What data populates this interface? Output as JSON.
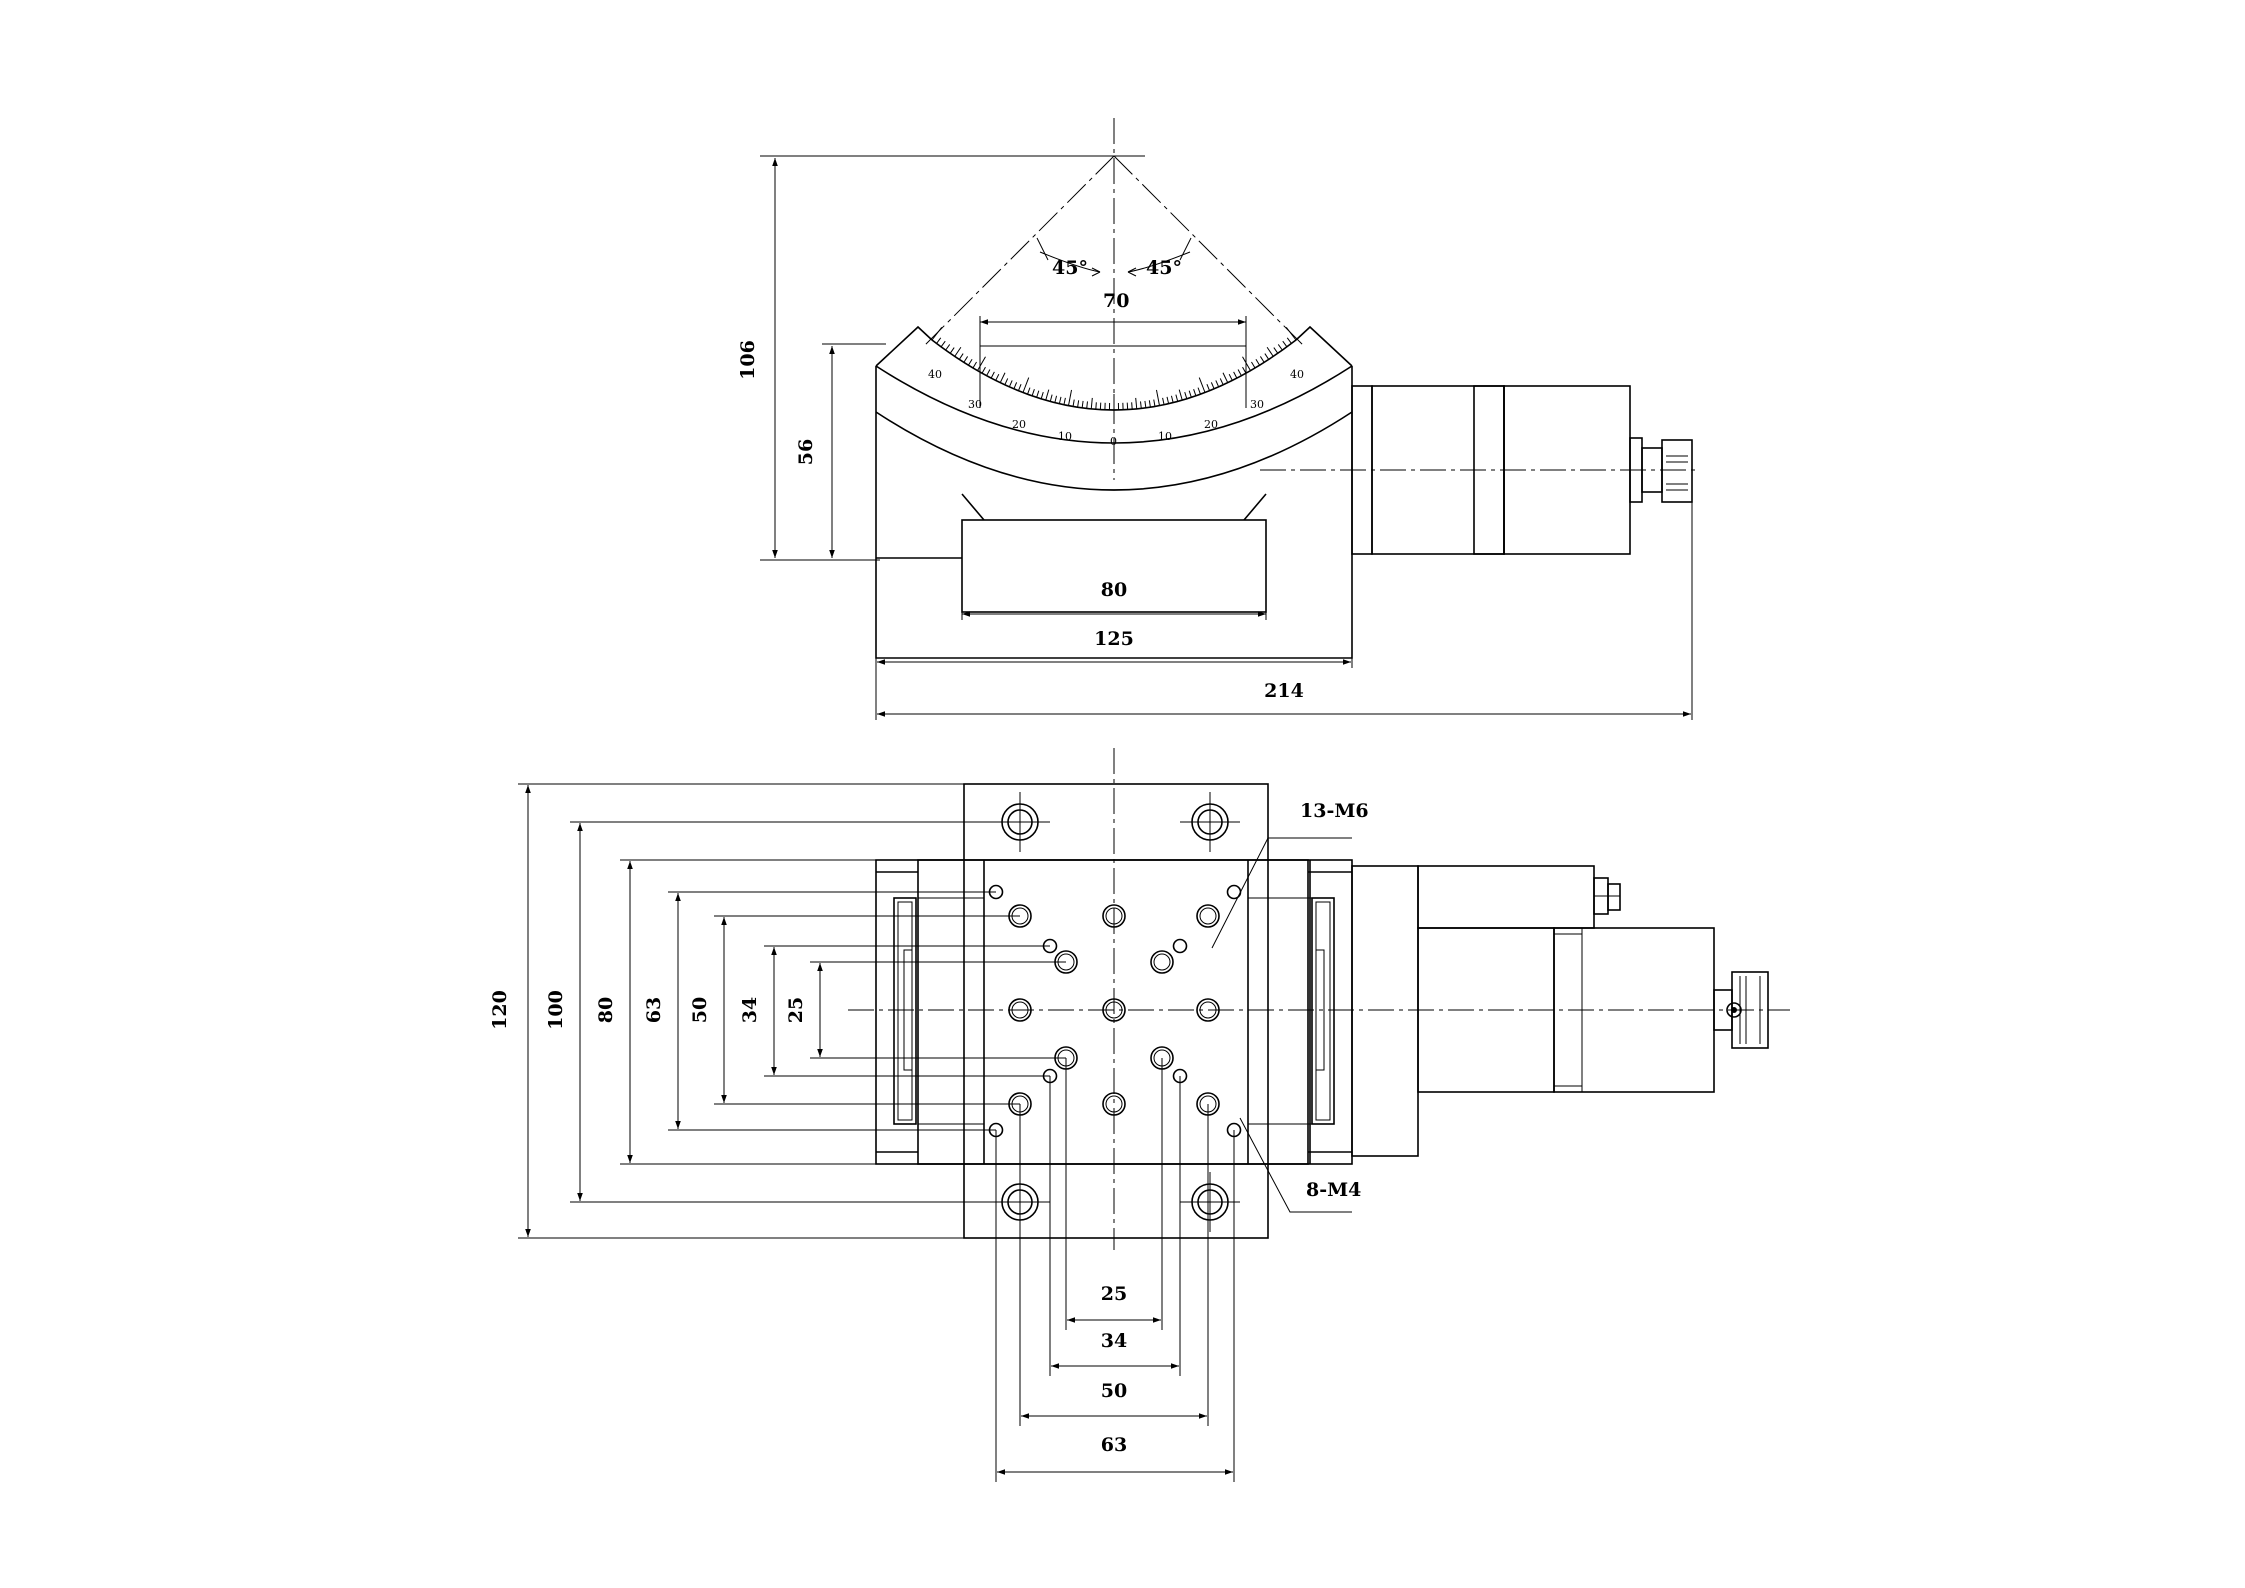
{
  "front_view": {
    "angle_left": "45°",
    "angle_right": "45°",
    "dim_70": "70",
    "dim_106": "106",
    "dim_56": "56",
    "dim_80": "80",
    "dim_125": "125",
    "dim_214": "214",
    "scale_ticks": [
      "40",
      "30",
      "20",
      "10",
      "0",
      "10",
      "20",
      "30",
      "40"
    ]
  },
  "top_view": {
    "callout_m6": "13-M6",
    "callout_m4": "8-M4",
    "vertical_dims": [
      "120",
      "100",
      "80",
      "63",
      "50",
      "34",
      "25"
    ],
    "horizontal_dims": [
      "25",
      "34",
      "50",
      "63"
    ]
  }
}
